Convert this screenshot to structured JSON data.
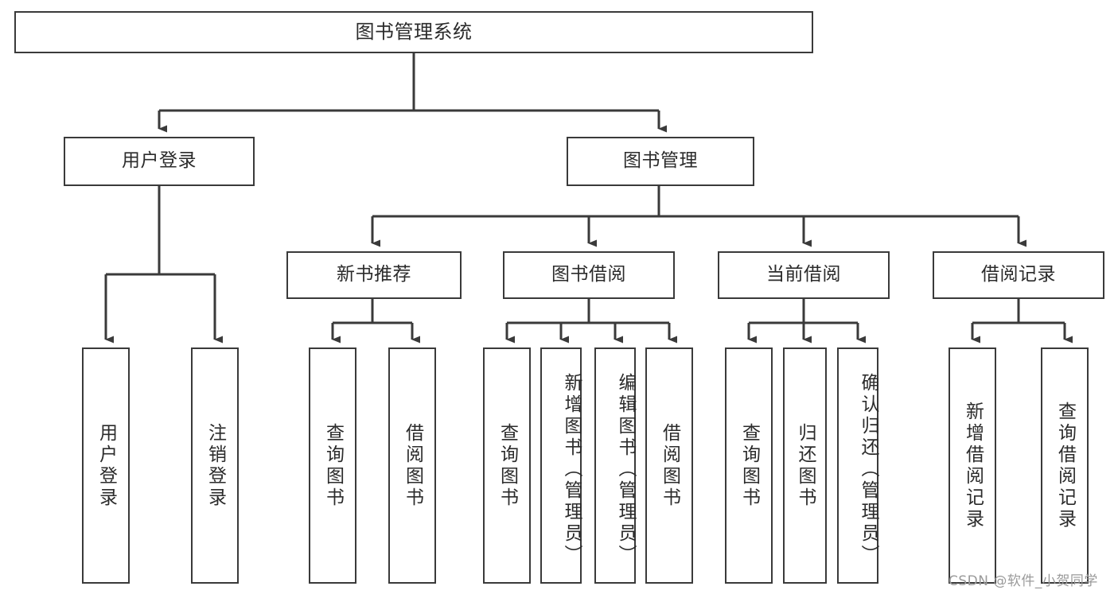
{
  "diagram": {
    "title": "图书管理系统",
    "watermark": "CSDN @软件_小贺同学",
    "line_color": "#3a3a3a",
    "box_border_color": "#3a3a3a",
    "text_color": "#2b2b2b",
    "background": "#ffffff"
  },
  "nodes": {
    "root": {
      "label": "图书管理系统"
    },
    "level2": [
      {
        "label": "用户登录"
      },
      {
        "label": "图书管理"
      }
    ],
    "level3": [
      {
        "label": "新书推荐"
      },
      {
        "label": "图书借阅"
      },
      {
        "label": "当前借阅"
      },
      {
        "label": "借阅记录"
      }
    ],
    "leaves": {
      "user_login": [
        {
          "label": "用户登录"
        },
        {
          "label": "注销登录"
        }
      ],
      "new_book_recommend": [
        {
          "label": "查询图书"
        },
        {
          "label": "借阅图书"
        }
      ],
      "book_borrow": [
        {
          "label": "查询图书"
        },
        {
          "label": "新增图书（管理员）"
        },
        {
          "label": "编辑图书（管理员）"
        },
        {
          "label": "借阅图书"
        }
      ],
      "current_borrow": [
        {
          "label": "查询图书"
        },
        {
          "label": "归还图书"
        },
        {
          "label": "确认归还（管理员）"
        }
      ],
      "borrow_record": [
        {
          "label": "新增借阅记录"
        },
        {
          "label": "查询借阅记录"
        }
      ]
    }
  }
}
